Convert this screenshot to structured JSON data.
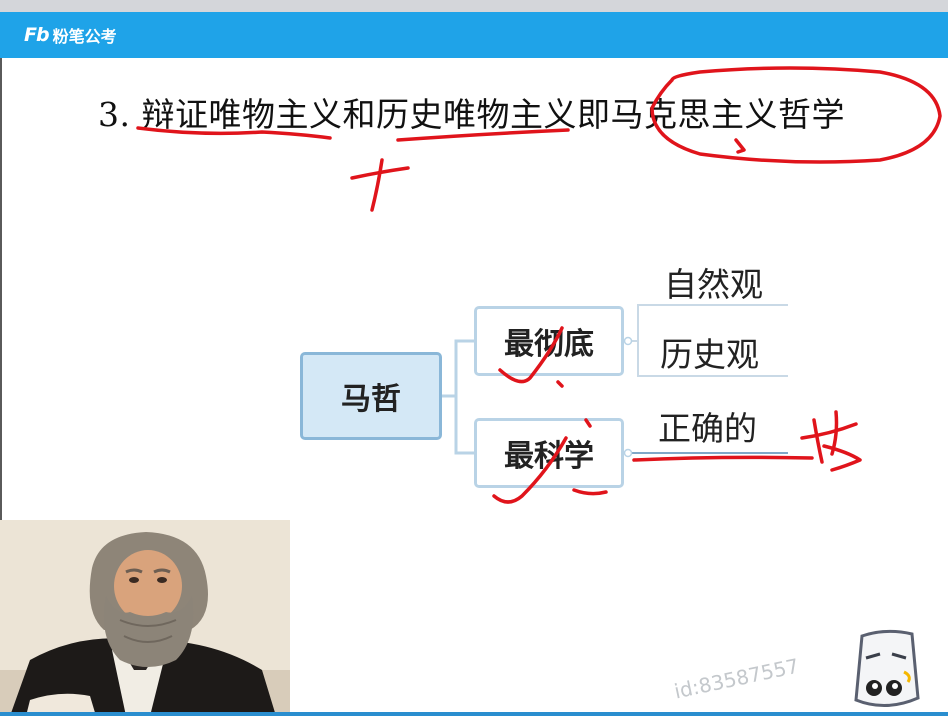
{
  "header": {
    "logo_mark": "Fb",
    "logo_text": "粉笔公考",
    "brand_color": "#1fa3e8"
  },
  "slide": {
    "title": "3. 辩证唯物主义和历史唯物主义即马克思主义哲学",
    "mindmap": {
      "root": "马哲",
      "branches": [
        {
          "label": "最彻底",
          "leaves": [
            "自然观",
            "历史观"
          ]
        },
        {
          "label": "最科学",
          "leaves": [
            "正确的"
          ]
        }
      ]
    },
    "annotation_color": "#e0141b"
  },
  "watermark": "id:83587557",
  "icons": {
    "portrait": "karl-marx-portrait",
    "mascot": "cartoon-mascot-icon"
  }
}
